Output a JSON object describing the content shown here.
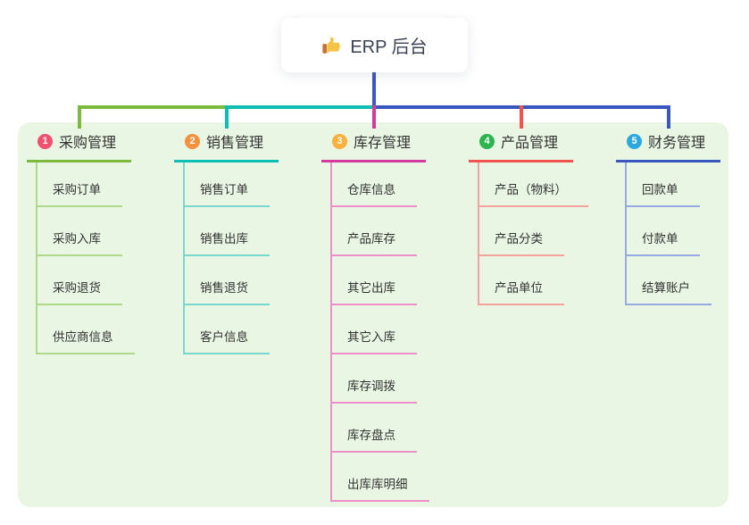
{
  "root": {
    "title": "ERP 后台",
    "icon_name": "thumbs-up",
    "icon_colors": {
      "hand": "#F6C445",
      "cuff": "#C86F34"
    }
  },
  "canvas": {
    "background": "#FFFFFF",
    "panel_background": "#E9F6E3",
    "stem_color": "#3D55C5"
  },
  "branches": [
    {
      "index": "1",
      "label": "采购管理",
      "colors": {
        "badge": "#F2506E",
        "main": "#7CB93F",
        "light": "#AFD98A"
      },
      "children": [
        "采购订单",
        "采购入库",
        "采购退货",
        "供应商信息"
      ]
    },
    {
      "index": "2",
      "label": "销售管理",
      "colors": {
        "badge": "#F8913C",
        "main": "#0FBEB2",
        "light": "#7BD7CC"
      },
      "children": [
        "销售订单",
        "销售出库",
        "销售退货",
        "客户信息"
      ]
    },
    {
      "index": "3",
      "label": "库存管理",
      "colors": {
        "badge": "#FBB03C",
        "main": "#D43A9E",
        "light": "#EF8FC9"
      },
      "children": [
        "仓库信息",
        "产品库存",
        "其它出库",
        "其它入库",
        "库存调拨",
        "库存盘点",
        "出库库明细"
      ]
    },
    {
      "index": "4",
      "label": "产品管理",
      "colors": {
        "badge": "#2EB44E",
        "main": "#F2524F",
        "light": "#F5A19E"
      },
      "children": [
        "产品（物料）",
        "产品分类",
        "产品单位"
      ]
    },
    {
      "index": "5",
      "label": "财务管理",
      "colors": {
        "badge": "#2BA9E1",
        "main": "#3A57BE",
        "light": "#97A9DF"
      },
      "children": [
        "回款单",
        "付款单",
        "结算账户"
      ]
    }
  ]
}
